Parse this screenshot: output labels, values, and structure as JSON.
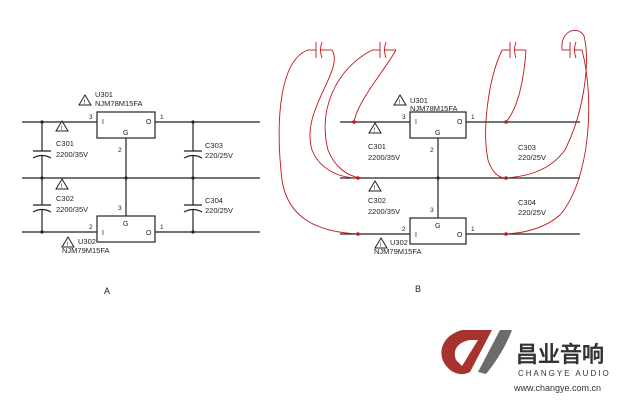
{
  "panels": {
    "a": {
      "label": "A"
    },
    "b": {
      "label": "B"
    }
  },
  "regulator_top": {
    "ref": "U301",
    "part": "NJM78M15FA",
    "pin_in": "3",
    "pin_out": "1",
    "pin_gnd": "2",
    "pin_in_letter": "I",
    "pin_out_letter": "O",
    "gnd_letter": "G"
  },
  "regulator_bottom": {
    "ref": "U302",
    "part": "NJM79M15FA",
    "pin_in": "2",
    "pin_out": "1",
    "pin_gnd": "3",
    "pin_in_letter": "I",
    "pin_out_letter": "O",
    "gnd_letter": "G"
  },
  "capacitors": {
    "c301": {
      "ref": "C301",
      "value": "2200/35V"
    },
    "c302": {
      "ref": "C302",
      "value": "2200/35V"
    },
    "c303": {
      "ref": "C303",
      "value": "220/25V"
    },
    "c304": {
      "ref": "C304",
      "value": "220/25V"
    }
  },
  "warning_mark": "!",
  "watermark": {
    "name_cn": "昌业音响",
    "name_en": "CHANGYE AUDIO",
    "url": "www.changye.com.cn",
    "colors": {
      "red": "#a8322e",
      "gray": "#6b6b6b"
    }
  },
  "colors": {
    "ink": "#222222",
    "annotation": "#c0161a"
  }
}
